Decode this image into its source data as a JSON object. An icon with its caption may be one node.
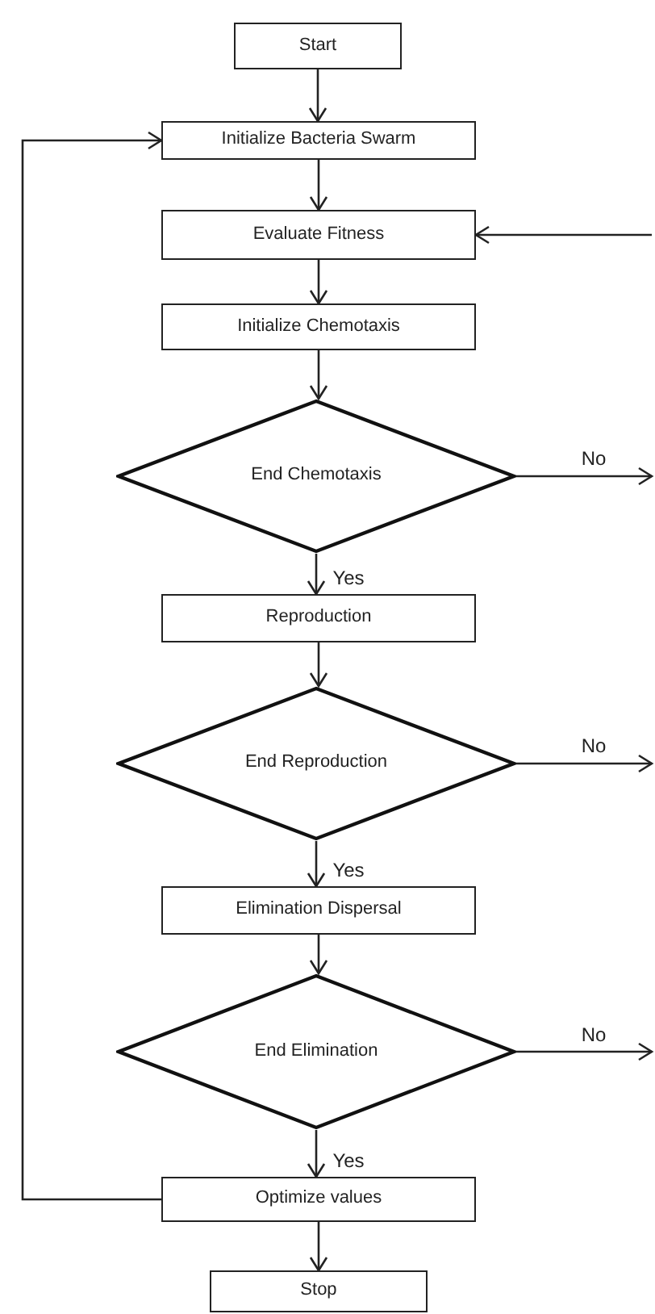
{
  "diagram": {
    "nodes": [
      {
        "text": [
          "Start"
        ]
      },
      {
        "text": [
          "Initialize Bacteria Swarm"
        ]
      },
      {
        "text": [
          "Evaluate Fitness"
        ]
      },
      {
        "text": [
          "Initialize Chemotaxis"
        ]
      },
      {
        "text": [
          "End Chemotaxis"
        ]
      },
      {
        "text": [
          "Reproduction"
        ]
      },
      {
        "text": [
          "End Reproduction"
        ]
      },
      {
        "text": [
          "Elimination Dispersal"
        ]
      },
      {
        "text": [
          "End Elimination"
        ]
      },
      {
        "text": [
          "Optimize values"
        ]
      },
      {
        "text": [
          "Stop"
        ]
      }
    ],
    "edges": [
      {
        "from": 0,
        "to": 1,
        "arrow": "to"
      },
      {
        "from": 1,
        "to": 2,
        "arrow": "to"
      },
      {
        "from": 2,
        "to": 3,
        "arrow": "to"
      },
      {
        "from": 3,
        "to": 4,
        "arrow": "to"
      },
      {
        "from": 4,
        "to": 5,
        "arrow": "to",
        "label": "Yes"
      },
      {
        "from": 5,
        "to": 6,
        "arrow": "to"
      },
      {
        "from": 6,
        "to": 7,
        "arrow": "to",
        "label": "Yes"
      },
      {
        "from": 7,
        "to": 8,
        "arrow": "to"
      },
      {
        "from": 8,
        "to": 9,
        "arrow": "to",
        "label": "Yes"
      },
      {
        "from": 9,
        "to": 10,
        "arrow": "to"
      },
      {
        "from": 9,
        "to": 1,
        "arrow": "to"
      },
      {
        "from": null,
        "to": 2,
        "arrow": "to"
      },
      {
        "from": 4,
        "to": null,
        "arrow": "to",
        "label": "No"
      },
      {
        "from": 6,
        "to": null,
        "arrow": "to",
        "label": "No"
      },
      {
        "from": 8,
        "to": null,
        "arrow": "to",
        "label": "No"
      }
    ]
  }
}
